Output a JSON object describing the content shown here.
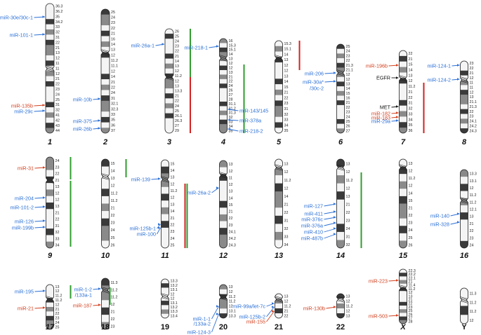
{
  "colors": {
    "mirna_blue": "#2a6fd6",
    "mirna_red": "#d2401f",
    "bar_green": "#2f9e2f",
    "bar_red": "#d62020",
    "chrom_dark": "#3a3a3a",
    "chrom_mid": "#8a8a8a",
    "chrom_light": "#f4f4f4"
  },
  "chromosomes": [
    {
      "id": "1",
      "label": "1",
      "italic": true,
      "bands": [
        "36.3",
        "36.2",
        "35",
        "34.2",
        "33",
        "32",
        "31",
        "22",
        "21",
        "13",
        "12",
        "11",
        "11",
        "12",
        "21",
        "22",
        "23",
        "24",
        "25",
        "31",
        "32",
        "41",
        "42",
        "43",
        "44"
      ],
      "mirnas": [
        {
          "text": "miR-30e/30c-1",
          "color": "blue"
        },
        {
          "text": "miR-101-1",
          "color": "blue"
        },
        {
          "text": "miR-135b",
          "color": "red"
        },
        {
          "text": "miR-29c",
          "color": "blue"
        }
      ]
    },
    {
      "id": "2",
      "label": "2",
      "italic": true,
      "bands": [
        "25",
        "24",
        "23",
        "22",
        "21",
        "16",
        "14",
        "13",
        "12",
        "11.2",
        "11.1",
        "12",
        "14",
        "21",
        "22",
        "24",
        "31",
        "32.1",
        "32.3",
        "33",
        "35",
        "36",
        "37"
      ],
      "mirnas": [
        {
          "text": "miR-10b",
          "color": "blue"
        },
        {
          "text": "miR-375",
          "color": "blue"
        },
        {
          "text": "miR-26b",
          "color": "blue"
        }
      ]
    },
    {
      "id": "3",
      "label": "3",
      "italic": true,
      "bands": [
        "26",
        "25",
        "24",
        "23",
        "22",
        "21",
        "14",
        "13",
        "12",
        "11.2",
        "12",
        "13",
        "13.3",
        "21",
        "22",
        "24",
        "25",
        "26.1",
        "26.3",
        "27",
        "29"
      ],
      "mirnas": [
        {
          "text": "miR-26a-1",
          "color": "blue"
        }
      ]
    },
    {
      "id": "4",
      "label": "4",
      "italic": true,
      "bands": [
        "16",
        "15.3",
        "15.1",
        "14",
        "13",
        "12",
        "12",
        "13",
        "21",
        "22",
        "24",
        "26",
        "27",
        "28",
        "31.1",
        "31.2",
        "31.3",
        "32",
        "33",
        "34",
        "35"
      ],
      "mirnas": [
        {
          "text": "miR-218-1",
          "color": "blue"
        },
        {
          "text": "miR-143/145",
          "color": "blue"
        },
        {
          "text": "miR-378a",
          "color": "blue"
        },
        {
          "text": "miR-218-2",
          "color": "blue"
        }
      ]
    },
    {
      "id": "5",
      "label": "5",
      "italic": true,
      "bands": [
        "15.3",
        "15.1",
        "14",
        "13",
        "12",
        "12",
        "13",
        "14",
        "15",
        "21",
        "22",
        "23",
        "31",
        "32",
        "33",
        "34",
        "35"
      ],
      "mirnas": []
    },
    {
      "id": "6",
      "label": "6",
      "italic": true,
      "bands": [
        "25",
        "24",
        "23",
        "22",
        "21.3",
        "21.1",
        "12",
        "12",
        "13",
        "14",
        "15",
        "16",
        "21",
        "22",
        "23",
        "24",
        "25",
        "26",
        "27"
      ],
      "mirnas": [
        {
          "text": "miR-206",
          "color": "blue"
        },
        {
          "text": "miR-30a*",
          "color": "blue"
        },
        {
          "text": "/30c-2",
          "color": "blue"
        }
      ]
    },
    {
      "id": "7",
      "label": "7",
      "italic": true,
      "bands": [
        "22",
        "21",
        "15",
        "14",
        "13",
        "12",
        "11.2",
        "21",
        "22",
        "31",
        "32",
        "33",
        "34",
        "35",
        "36"
      ],
      "mirnas": [
        {
          "text": "miR-196b",
          "color": "red"
        },
        {
          "text": "EGFR",
          "color": "black"
        },
        {
          "text": "MET",
          "color": "black"
        },
        {
          "text": "miR-182",
          "color": "red"
        },
        {
          "text": "miR-183",
          "color": "red"
        },
        {
          "text": "miR-29a",
          "color": "blue"
        }
      ]
    },
    {
      "id": "8",
      "label": "8",
      "italic": true,
      "bands": [
        "23",
        "22",
        "21",
        "12",
        "11",
        "11",
        "12",
        "13",
        "21.1",
        "21.3",
        "22",
        "23",
        "24.1",
        "24.2",
        "24.3"
      ],
      "mirnas": [
        {
          "text": "miR-124-1",
          "color": "blue"
        },
        {
          "text": "miR-124-2",
          "color": "blue"
        }
      ]
    },
    {
      "id": "9",
      "label": "9",
      "italic": true,
      "bands": [
        "24",
        "23",
        "22",
        "21",
        "13",
        "12",
        "12",
        "13",
        "21",
        "22",
        "31",
        "32",
        "33",
        "34"
      ],
      "mirnas": [
        {
          "text": "miR-31",
          "color": "red"
        },
        {
          "text": "miR-204",
          "color": "blue"
        },
        {
          "text": "miR-101-2",
          "color": "blue"
        },
        {
          "text": "miR-126",
          "color": "blue"
        },
        {
          "text": "miR-199b",
          "color": "blue"
        }
      ]
    },
    {
      "id": "10",
      "label": "10",
      "italic": true,
      "bands": [
        "15",
        "14",
        "13",
        "12",
        "11.2",
        "11.2",
        "21",
        "22",
        "23",
        "24",
        "25",
        "26"
      ],
      "mirnas": []
    },
    {
      "id": "11",
      "label": "11",
      "italic": true,
      "bands": [
        "15",
        "14",
        "13",
        "12",
        "11.2",
        "12",
        "13",
        "14",
        "21",
        "22",
        "23",
        "24",
        "25"
      ],
      "mirnas": [
        {
          "text": "miR-139",
          "color": "blue"
        },
        {
          "text": "miR-125b-1",
          "color": "blue"
        },
        {
          "text": "miR-100",
          "color": "blue"
        }
      ]
    },
    {
      "id": "12",
      "label": "12",
      "italic": true,
      "bands": [
        "13",
        "12",
        "11",
        "12",
        "13",
        "14",
        "15",
        "21",
        "22",
        "23",
        "24.1",
        "24.2",
        "24.3"
      ],
      "mirnas": [
        {
          "text": "miR-26a-2",
          "color": "blue"
        }
      ]
    },
    {
      "id": "13",
      "label": "13",
      "italic": true,
      "bands": [
        "13",
        "12",
        "11.2",
        "12",
        "14",
        "21",
        "22",
        "31",
        "32",
        "33",
        "34"
      ],
      "mirnas": []
    },
    {
      "id": "14",
      "label": "14",
      "italic": true,
      "bands": [
        "13",
        "12",
        "11.2",
        "12",
        "13",
        "21",
        "22",
        "23",
        "24",
        "31",
        "32"
      ],
      "mirnas": [
        {
          "text": "miR-127",
          "color": "blue"
        },
        {
          "text": "miR-411",
          "color": "blue"
        },
        {
          "text": "miR-376c",
          "color": "blue"
        },
        {
          "text": "miR-376a",
          "color": "blue"
        },
        {
          "text": "miR-410",
          "color": "blue"
        },
        {
          "text": "miR-487b",
          "color": "blue"
        }
      ]
    },
    {
      "id": "15",
      "label": "15",
      "italic": true,
      "bands": [
        "13",
        "12",
        "11.2",
        "12",
        "14",
        "15",
        "21",
        "22",
        "23",
        "24",
        "25",
        "26"
      ],
      "mirnas": []
    },
    {
      "id": "16",
      "label": "16",
      "italic": true,
      "bands": [
        "13.3",
        "13.1",
        "12",
        "11.2",
        "11.2",
        "12.1",
        "13",
        "21",
        "22",
        "23",
        "24"
      ],
      "mirnas": [
        {
          "text": "miR-140",
          "color": "blue"
        },
        {
          "text": "miR-328",
          "color": "blue"
        }
      ]
    },
    {
      "id": "17",
      "label": "17",
      "italic": true,
      "bands": [
        "13",
        "12",
        "11.2",
        "11.2",
        "12",
        "21",
        "22",
        "23",
        "24",
        "25"
      ],
      "mirnas": [
        {
          "text": "miR-195",
          "color": "blue"
        },
        {
          "text": "miR-21",
          "color": "red"
        }
      ]
    },
    {
      "id": "18",
      "label": "18",
      "italic": false,
      "bands": [
        "11.3",
        "11.2",
        "11.2",
        "12",
        "21",
        "22",
        "23"
      ],
      "mirnas": [
        {
          "text": "miR-1-2",
          "color": "blue"
        },
        {
          "text": "/133a-1",
          "color": "blue"
        },
        {
          "text": "miR-187",
          "color": "red"
        }
      ]
    },
    {
      "id": "19",
      "label": "19",
      "italic": false,
      "bands": [
        "13.3",
        "13.2",
        "13.1",
        "12",
        "12",
        "13.1",
        "13.2",
        "13.3",
        "13.4"
      ],
      "mirnas": []
    },
    {
      "id": "20",
      "label": "20",
      "italic": false,
      "bands": [
        "13",
        "12",
        "11.2",
        "11.2",
        "12",
        "13.1",
        "13.3"
      ],
      "mirnas": [
        {
          "text": "miR-1-1",
          "color": "blue"
        },
        {
          "text": "/133a-2",
          "color": "blue"
        },
        {
          "text": "miR-124-3",
          "color": "blue"
        }
      ]
    },
    {
      "id": "21",
      "label": "21",
      "italic": false,
      "bands": [
        "13",
        "12",
        "11.2",
        "21",
        "22"
      ],
      "mirnas": [
        {
          "text": "miR-99a/let-7c",
          "color": "blue"
        },
        {
          "text": "miR-125b-2",
          "color": "blue"
        },
        {
          "text": "miR-155",
          "color": "red"
        }
      ]
    },
    {
      "id": "22",
      "label": "22",
      "italic": false,
      "bands": [
        "13",
        "12",
        "11.2",
        "12",
        "13"
      ],
      "mirnas": [
        {
          "text": "miR-130b",
          "color": "red"
        }
      ]
    },
    {
      "id": "X",
      "label": "X",
      "italic": true,
      "bands": [
        "22.3",
        "22.2",
        "22.1",
        "21",
        "11.4",
        "11.2",
        "12",
        "13",
        "21",
        "22",
        "23",
        "25",
        "26",
        "27",
        "28"
      ],
      "mirnas": [
        {
          "text": "miR-223",
          "color": "red"
        },
        {
          "text": "miR-503",
          "color": "red"
        }
      ]
    },
    {
      "id": "Y",
      "label": "Y",
      "italic": false,
      "bands": [
        "11.3",
        "11.2",
        "11.2",
        "12"
      ],
      "mirnas": []
    }
  ]
}
